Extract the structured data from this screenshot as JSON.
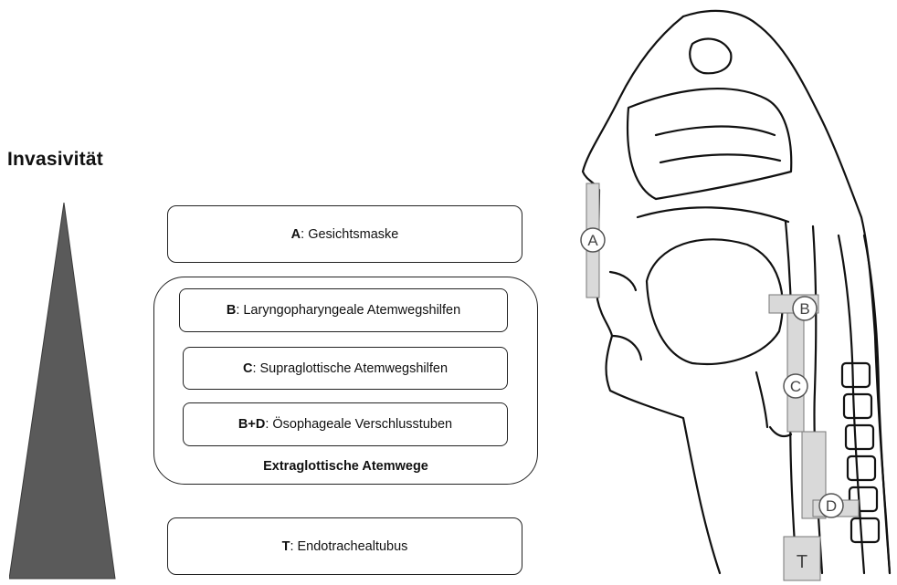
{
  "title": "Invasivität",
  "boxes": {
    "a": {
      "code": "A",
      "text": ": Gesichtsmaske"
    },
    "b": {
      "code": "B",
      "text": ": Laryngopharyngeale Atemwegshilfen"
    },
    "c": {
      "code": "C",
      "text": ": Supraglottische Atemwegshilfen"
    },
    "bd": {
      "code": "B+D",
      "text": ": Ösophageale Verschlusstuben"
    },
    "t": {
      "code": "T",
      "text": ": Endotrachealtubus"
    }
  },
  "group_label": "Extraglottische Atemwege",
  "markers": {
    "a": "A",
    "b": "B",
    "c": "C",
    "d": "D",
    "t": "T"
  },
  "colors": {
    "triangle": "#5a5a5a",
    "marker_fill": "#d9d9d9",
    "outline": "#222222"
  }
}
